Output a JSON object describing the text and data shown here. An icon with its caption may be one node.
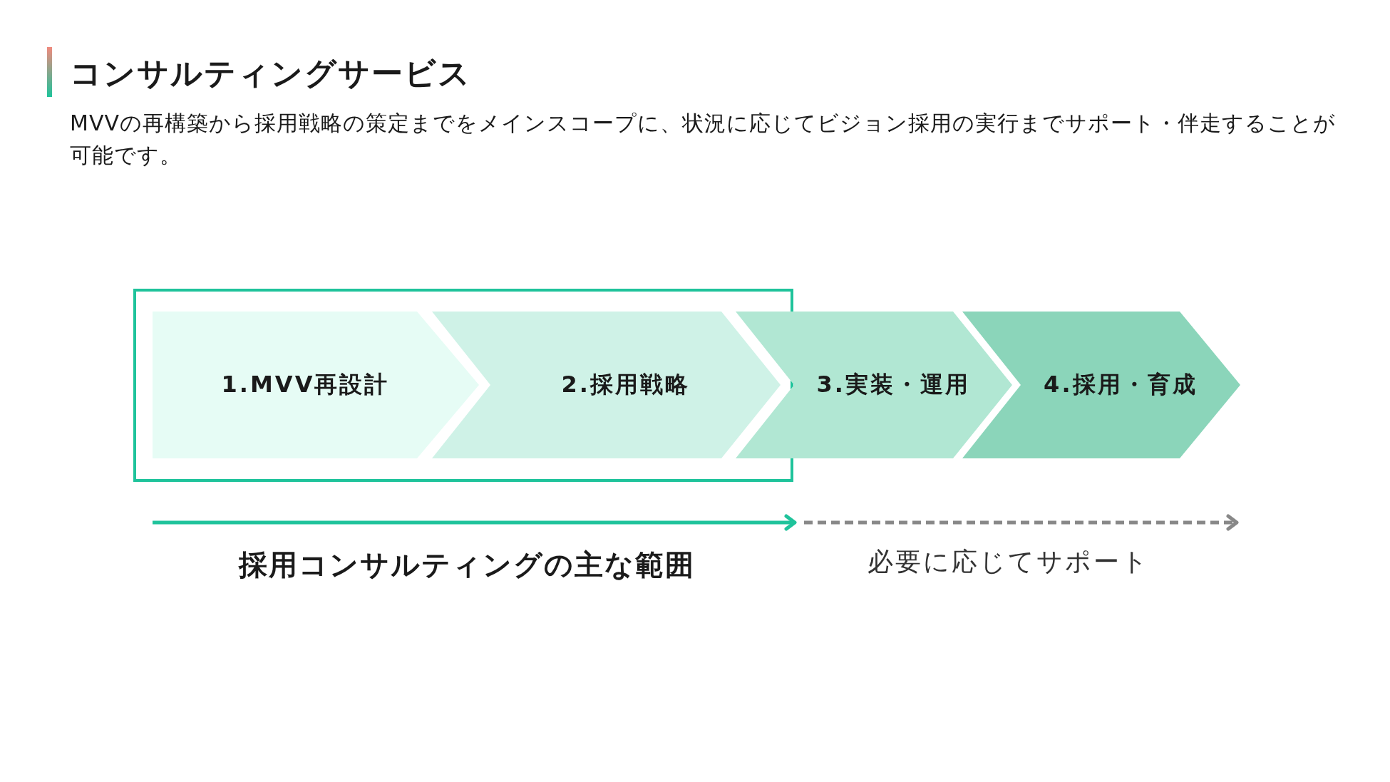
{
  "diagram": {
    "title": "コンサルティングサービス",
    "nodes": [
      {
        "text": [],
        "shape": "box"
      },
      {
        "text": [
          "1.MVV再設計"
        ],
        "in": 0
      },
      {
        "text": [
          "2.採用戦略"
        ],
        "in": 0
      },
      {
        "text": [
          "3.実装・運用"
        ]
      },
      {
        "text": [
          "4.採用・育成"
        ]
      }
    ],
    "edges": [],
    "labels": [
      "MVVの再構築から採用戦略の策定までをメインスコープに、状況に応じてビジョン採用の実行までサポート・伴走することが可能です。",
      "採用コンサルティングの主な範囲",
      "必要に応じてサポート"
    ]
  }
}
